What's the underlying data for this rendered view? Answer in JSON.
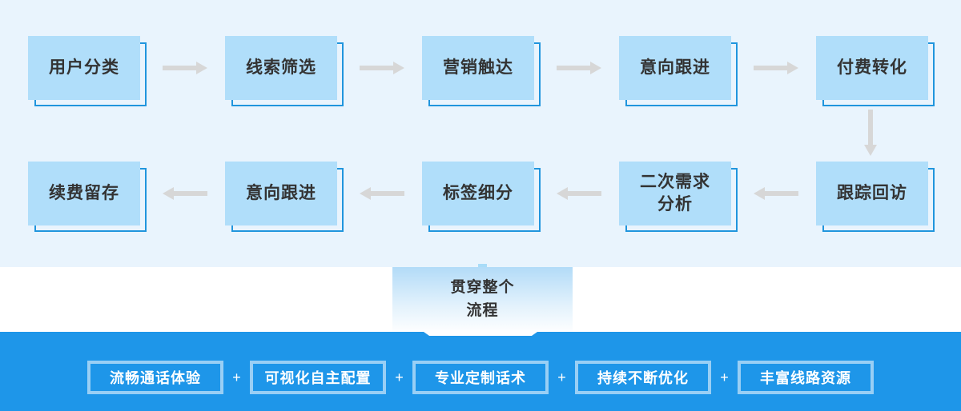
{
  "colors": {
    "panel_bg": "#e9f4fd",
    "step_fill": "#b0defa",
    "step_outline": "#2095dd",
    "arrow_gray": "#d7d7d7",
    "bar_bg": "#1e96e9",
    "callout_gradient_top": "#b2dbf8",
    "callout_gradient_bottom": "#fdfeff",
    "text_dark": "#333333",
    "text_light": "#ffffff"
  },
  "flow": {
    "top_row": [
      {
        "label": "用户分类"
      },
      {
        "label": "线索筛选"
      },
      {
        "label": "营销触达"
      },
      {
        "label": "意向跟进"
      },
      {
        "label": "付费转化"
      }
    ],
    "bottom_row": [
      {
        "label": "续费留存"
      },
      {
        "label": "意向跟进"
      },
      {
        "label": "标签细分"
      },
      {
        "label": "二次需求\n分析"
      },
      {
        "label": "跟踪回访"
      }
    ]
  },
  "callout": {
    "label": "贯穿整个\n流程"
  },
  "features": {
    "separator": "+",
    "items": [
      {
        "label": "流畅通话体验"
      },
      {
        "label": "可视化自主配置"
      },
      {
        "label": "专业定制话术"
      },
      {
        "label": "持续不断优化"
      },
      {
        "label": "丰富线路资源"
      }
    ]
  }
}
